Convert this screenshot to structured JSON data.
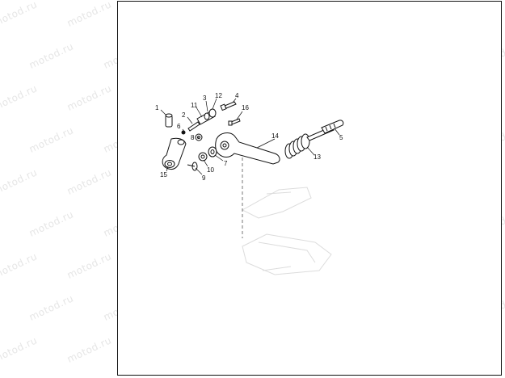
{
  "watermark": {
    "text": "motod.ru"
  },
  "callouts": [
    {
      "id": "1",
      "label": "1"
    },
    {
      "id": "2",
      "label": "2"
    },
    {
      "id": "3",
      "label": "3"
    },
    {
      "id": "4",
      "label": "4"
    },
    {
      "id": "5",
      "label": "5"
    },
    {
      "id": "6",
      "label": "6"
    },
    {
      "id": "7",
      "label": "7"
    },
    {
      "id": "8",
      "label": "8"
    },
    {
      "id": "9",
      "label": "9"
    },
    {
      "id": "10",
      "label": "10"
    },
    {
      "id": "11",
      "label": "11"
    },
    {
      "id": "12",
      "label": "12"
    },
    {
      "id": "13",
      "label": "13"
    },
    {
      "id": "14",
      "label": "14"
    },
    {
      "id": "15",
      "label": "15"
    },
    {
      "id": "16",
      "label": "16"
    }
  ]
}
